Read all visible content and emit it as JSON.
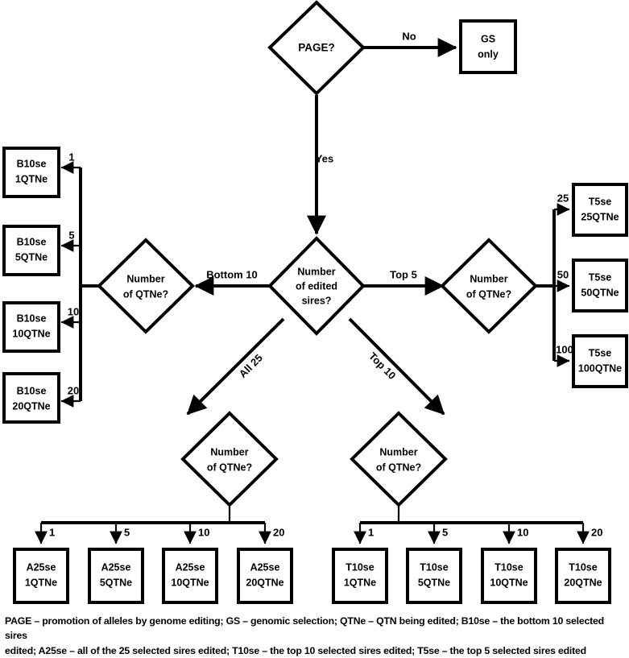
{
  "diagram": {
    "title": "PAGE breeding scheme decision flowchart",
    "nodes": {
      "page_decision": "PAGE?",
      "gs_only": "GS\nonly",
      "edited_sires_decision": "Number\nof edited\nsires?",
      "qtne_decision_left": "Number\nof QTNe?",
      "qtne_decision_right": "Number\nof QTNe?",
      "qtne_decision_all25": "Number\nof QTNe?",
      "qtne_decision_top10": "Number\nof QTNe?"
    },
    "terminal_groups": {
      "b10se": [
        {
          "line1": "B10se",
          "line2": "1QTNe",
          "edge": "1"
        },
        {
          "line1": "B10se",
          "line2": "5QTNe",
          "edge": "5"
        },
        {
          "line1": "B10se",
          "line2": "10QTNe",
          "edge": "10"
        },
        {
          "line1": "B10se",
          "line2": "20QTNe",
          "edge": "20"
        }
      ],
      "t5se": [
        {
          "line1": "T5se",
          "line2": "25QTNe",
          "edge": "25"
        },
        {
          "line1": "T5se",
          "line2": "50QTNe",
          "edge": "50"
        },
        {
          "line1": "T5se",
          "line2": "100QTNe",
          "edge": "100"
        }
      ],
      "a25se": [
        {
          "line1": "A25se",
          "line2": "1QTNe",
          "edge": "1"
        },
        {
          "line1": "A25se",
          "line2": "5QTNe",
          "edge": "5"
        },
        {
          "line1": "A25se",
          "line2": "10QTNe",
          "edge": "10"
        },
        {
          "line1": "A25se",
          "line2": "20QTNe",
          "edge": "20"
        }
      ],
      "t10se": [
        {
          "line1": "T10se",
          "line2": "1QTNe",
          "edge": "1"
        },
        {
          "line1": "T10se",
          "line2": "5QTNe",
          "edge": "5"
        },
        {
          "line1": "T10se",
          "line2": "10QTNe",
          "edge": "10"
        },
        {
          "line1": "T10se",
          "line2": "20QTNe",
          "edge": "20"
        }
      ]
    },
    "edge_labels": {
      "no": "No",
      "yes": "Yes",
      "bottom10": "Bottom 10",
      "top5": "Top 5",
      "all25": "All 25",
      "top10": "Top 10"
    },
    "colors": {
      "stroke": "#000000",
      "fill": "#ffffff",
      "text": "#000000"
    }
  },
  "caption": {
    "line1": "PAGE – promotion of alleles by genome editing; GS – genomic selection; QTNe – QTN being edited; B10se – the bottom 10 selected sires",
    "line2": "edited; A25se – all of the 25 selected sires edited; T10se – the top 10 selected sires edited; T5se – the top 5 selected sires edited"
  }
}
